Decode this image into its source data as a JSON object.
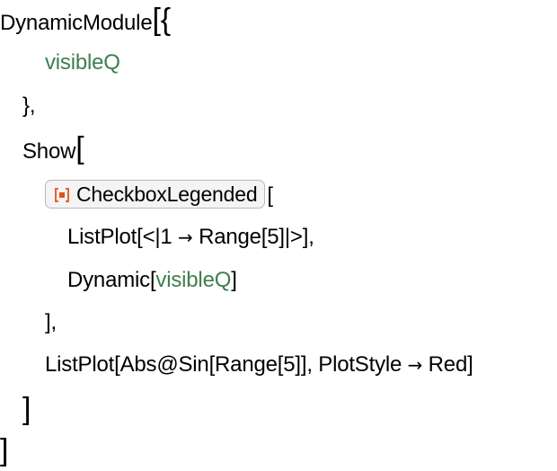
{
  "code": {
    "line1": {
      "head": "DynamicModule",
      "open": "[{"
    },
    "line2": {
      "var": "visibleQ"
    },
    "line3": {
      "text": "},"
    },
    "line4": {
      "head": "Show",
      "open": "["
    },
    "line5": {
      "summary_label": "CheckboxLegended",
      "open": "["
    },
    "line6": {
      "text_a": "ListPlot[<|1 ",
      "arrow": "→",
      "text_b": " Range[5]|>],"
    },
    "line7": {
      "head": "Dynamic[",
      "var": "visibleQ",
      "close": "]"
    },
    "line8": {
      "text": "],"
    },
    "line9": {
      "text_a": "ListPlot[Abs@Sin[Range[5]], PlotStyle ",
      "arrow": "→",
      "text_b": " Red]"
    },
    "line10": {
      "text": "]"
    },
    "line11": {
      "text": "]"
    }
  },
  "colors": {
    "variable": "#3f7f4f",
    "summary_icon": "#e0531b",
    "summary_border": "#b9b9b9",
    "summary_bg": "#f4f4f4"
  },
  "icons": {
    "summary_box_icon": "bracketed-square-icon"
  }
}
